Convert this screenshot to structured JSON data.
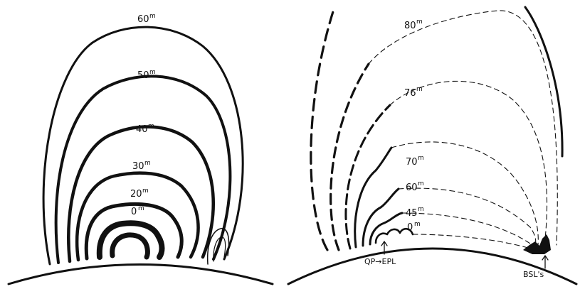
{
  "colors": {
    "ink": "#111111",
    "background": "#ffffff"
  },
  "left_panel": {
    "contour_labels": [
      {
        "value": "60",
        "unit": "m"
      },
      {
        "value": "50",
        "unit": "m"
      },
      {
        "value": "40",
        "unit": "m"
      },
      {
        "value": "30",
        "unit": "m"
      },
      {
        "value": "20",
        "unit": "m"
      },
      {
        "value": "0",
        "unit": "m"
      }
    ]
  },
  "right_panel": {
    "contour_labels": [
      {
        "value": "80",
        "unit": "m"
      },
      {
        "value": "76",
        "unit": "m"
      },
      {
        "value": "70",
        "unit": "m"
      },
      {
        "value": "60",
        "unit": "m"
      },
      {
        "value": "45",
        "unit": "m"
      },
      {
        "value": "0",
        "unit": "m"
      }
    ],
    "annotation_left": "QP→EPL",
    "annotation_right": "BSL's"
  }
}
